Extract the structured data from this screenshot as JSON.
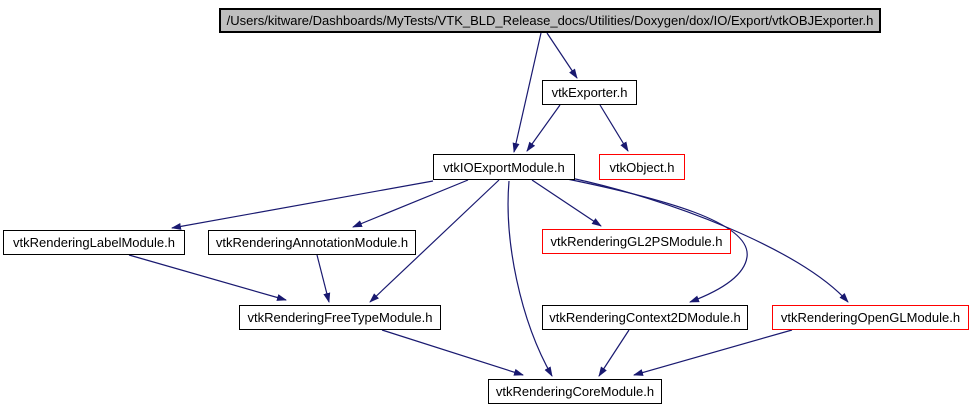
{
  "diagram": {
    "kind": "include-dependency-graph",
    "root_file": "vtkOBJExporter.h",
    "colors": {
      "edge": "#191970",
      "node_border": "#000000",
      "truncated_node_border": "#ff0000",
      "root_fill": "#bfbfbf",
      "background": "#ffffff"
    },
    "nodes": [
      {
        "id": "root",
        "label": "/Users/kitware/Dashboards/MyTests/VTK_BLD_Release_docs/Utilities/Doxygen/dox/IO/Export/vtkOBJExporter.h",
        "kind": "root"
      },
      {
        "id": "exporter",
        "label": "vtkExporter.h",
        "kind": "normal"
      },
      {
        "id": "ioexport",
        "label": "vtkIOExportModule.h",
        "kind": "normal"
      },
      {
        "id": "object",
        "label": "vtkObject.h",
        "kind": "truncated"
      },
      {
        "id": "label",
        "label": "vtkRenderingLabelModule.h",
        "kind": "normal"
      },
      {
        "id": "annotation",
        "label": "vtkRenderingAnnotationModule.h",
        "kind": "normal"
      },
      {
        "id": "gl2ps",
        "label": "vtkRenderingGL2PSModule.h",
        "kind": "truncated"
      },
      {
        "id": "freetype",
        "label": "vtkRenderingFreeTypeModule.h",
        "kind": "normal"
      },
      {
        "id": "context2d",
        "label": "vtkRenderingContext2DModule.h",
        "kind": "normal"
      },
      {
        "id": "opengl",
        "label": "vtkRenderingOpenGLModule.h",
        "kind": "truncated"
      },
      {
        "id": "core",
        "label": "vtkRenderingCoreModule.h",
        "kind": "normal"
      }
    ],
    "edges": [
      {
        "from": "root",
        "to": "exporter"
      },
      {
        "from": "root",
        "to": "ioexport"
      },
      {
        "from": "exporter",
        "to": "ioexport"
      },
      {
        "from": "exporter",
        "to": "object"
      },
      {
        "from": "ioexport",
        "to": "label"
      },
      {
        "from": "ioexport",
        "to": "annotation"
      },
      {
        "from": "ioexport",
        "to": "gl2ps"
      },
      {
        "from": "ioexport",
        "to": "freetype"
      },
      {
        "from": "ioexport",
        "to": "context2d"
      },
      {
        "from": "ioexport",
        "to": "opengl"
      },
      {
        "from": "ioexport",
        "to": "core"
      },
      {
        "from": "label",
        "to": "freetype"
      },
      {
        "from": "annotation",
        "to": "freetype"
      },
      {
        "from": "gl2ps",
        "to": "context2d"
      },
      {
        "from": "freetype",
        "to": "core"
      },
      {
        "from": "context2d",
        "to": "core"
      },
      {
        "from": "opengl",
        "to": "core"
      }
    ]
  }
}
